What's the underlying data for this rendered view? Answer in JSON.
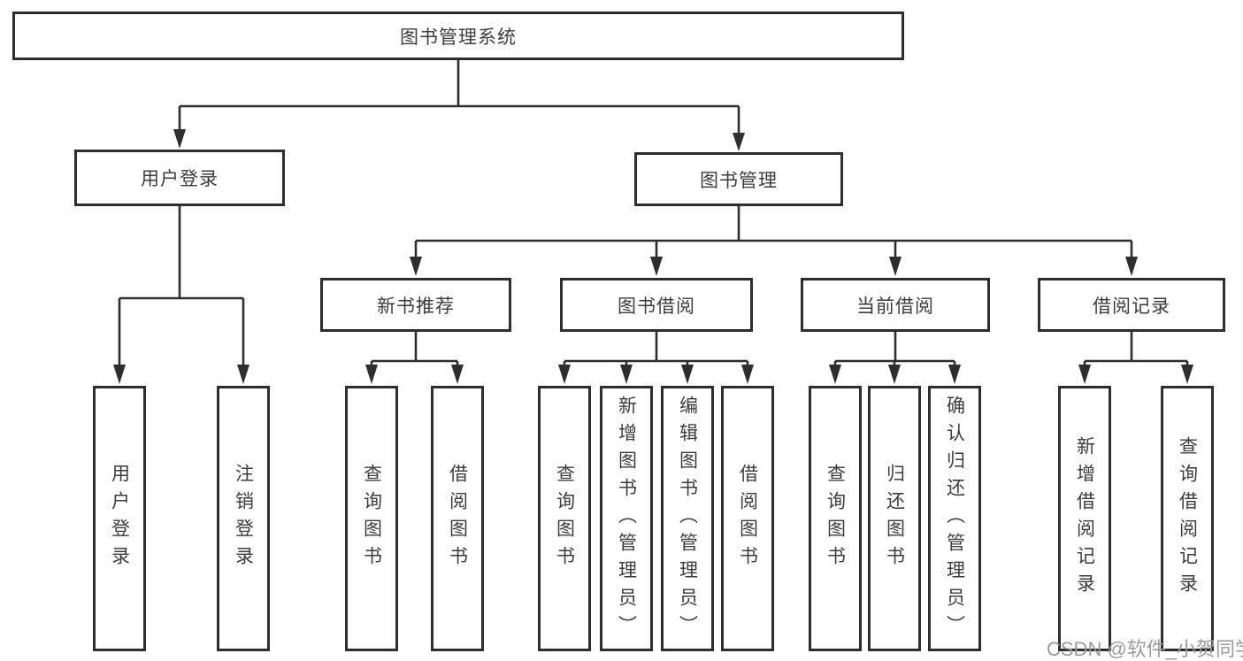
{
  "diagram": {
    "type": "hierarchy-tree",
    "nodes": {
      "root": "图书管理系统",
      "user_login": "用户登录",
      "book_management": "图书管理",
      "new_book_recommend": "新书推荐",
      "book_borrowing": "图书借阅",
      "current_borrowing": "当前借阅",
      "borrowing_records": "借阅记录",
      "leaf_user_login": "用户登录",
      "leaf_logout": "注销登录",
      "nbr_query_books": "查询图书",
      "nbr_borrow_books": "借阅图书",
      "bb_query_books": "查询图书",
      "bb_add_books_admin": "新增图书（管理员）",
      "bb_edit_books_admin": "编辑图书（管理员）",
      "bb_borrow_books": "借阅图书",
      "cb_query_books": "查询图书",
      "cb_return_books": "归还图书",
      "cb_confirm_return_admin": "确认归还（管理员）",
      "br_add_record": "新增借阅记录",
      "br_query_record": "查询借阅记录"
    },
    "structure": {
      "图书管理系统": {
        "用户登录": [
          "用户登录",
          "注销登录"
        ],
        "图书管理": {
          "新书推荐": [
            "查询图书",
            "借阅图书"
          ],
          "图书借阅": [
            "查询图书",
            "新增图书（管理员）",
            "编辑图书（管理员）",
            "借阅图书"
          ],
          "当前借阅": [
            "查询图书",
            "归还图书",
            "确认归还（管理员）"
          ],
          "借阅记录": [
            "新增借阅记录",
            "查询借阅记录"
          ]
        }
      }
    },
    "colors": {
      "line": "#2e2e2e",
      "text": "#3c3c3c",
      "background": "#ffffff",
      "watermark": "#9b9b9b"
    }
  },
  "watermark": "CSDN @软件_小贺同学"
}
